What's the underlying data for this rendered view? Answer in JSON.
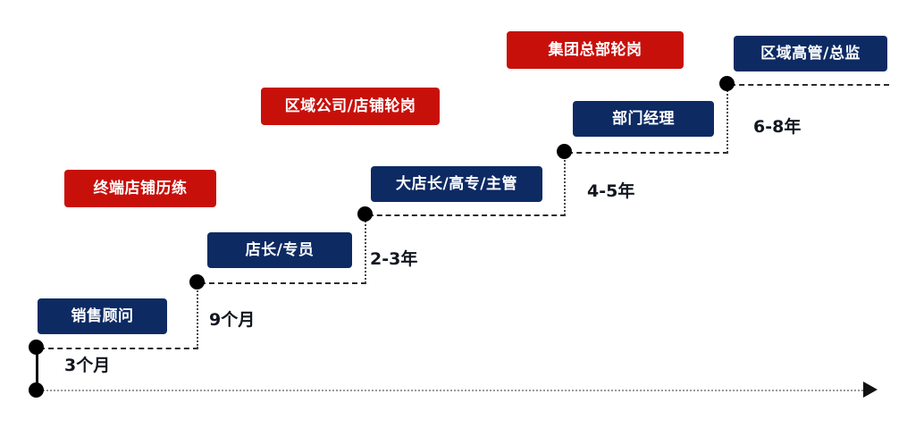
{
  "diagram": {
    "title": "Career Progression Staircase",
    "colors": {
      "navy": "#0d2a63",
      "red": "#c8100b",
      "node": "#000000",
      "connector": "#2b2b2b",
      "axis": "#9a9a9a",
      "label_text": "#12161f"
    }
  },
  "positions": [
    {
      "key": "sales_consultant",
      "label": "销售顾问",
      "type": "navy"
    },
    {
      "key": "store_manager",
      "label": "店长/专员",
      "type": "navy"
    },
    {
      "key": "senior_store_manager",
      "label": "大店长/高专/主管",
      "type": "navy"
    },
    {
      "key": "department_manager",
      "label": "部门经理",
      "type": "navy"
    },
    {
      "key": "regional_executive",
      "label": "区域高管/总监",
      "type": "navy"
    }
  ],
  "rotations": [
    {
      "key": "terminal_store_training",
      "label": "终端店铺历练",
      "type": "red"
    },
    {
      "key": "regional_company_rotation",
      "label": "区域公司/店铺轮岗",
      "type": "red"
    },
    {
      "key": "group_hq_rotation",
      "label": "集团总部轮岗",
      "type": "red"
    }
  ],
  "durations": [
    {
      "key": "d1",
      "label": "3个月"
    },
    {
      "key": "d2",
      "label": "9个月"
    },
    {
      "key": "d3",
      "label": "2-3年"
    },
    {
      "key": "d4",
      "label": "4-5年"
    },
    {
      "key": "d5",
      "label": "6-8年"
    }
  ]
}
